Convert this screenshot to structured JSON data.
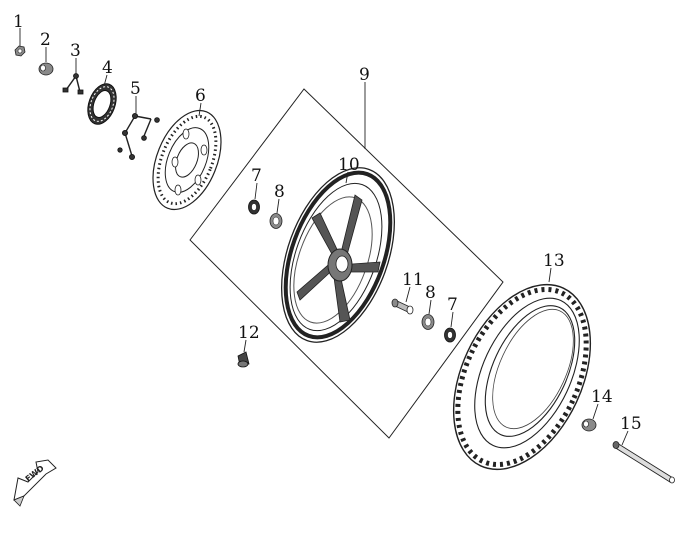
{
  "diagram": {
    "callouts": [
      {
        "id": "c1",
        "text": "1"
      },
      {
        "id": "c2",
        "text": "2"
      },
      {
        "id": "c3",
        "text": "3"
      },
      {
        "id": "c4",
        "text": "4"
      },
      {
        "id": "c5",
        "text": "5"
      },
      {
        "id": "c6",
        "text": "6"
      },
      {
        "id": "c7a",
        "text": "7"
      },
      {
        "id": "c8a",
        "text": "8"
      },
      {
        "id": "c9",
        "text": "9"
      },
      {
        "id": "c10",
        "text": "10"
      },
      {
        "id": "c11",
        "text": "11"
      },
      {
        "id": "c8b",
        "text": "8"
      },
      {
        "id": "c7b",
        "text": "7"
      },
      {
        "id": "c12",
        "text": "12"
      },
      {
        "id": "c13",
        "text": "13"
      },
      {
        "id": "c14",
        "text": "14"
      },
      {
        "id": "c15",
        "text": "15"
      }
    ],
    "direction_marker": "FWD"
  }
}
